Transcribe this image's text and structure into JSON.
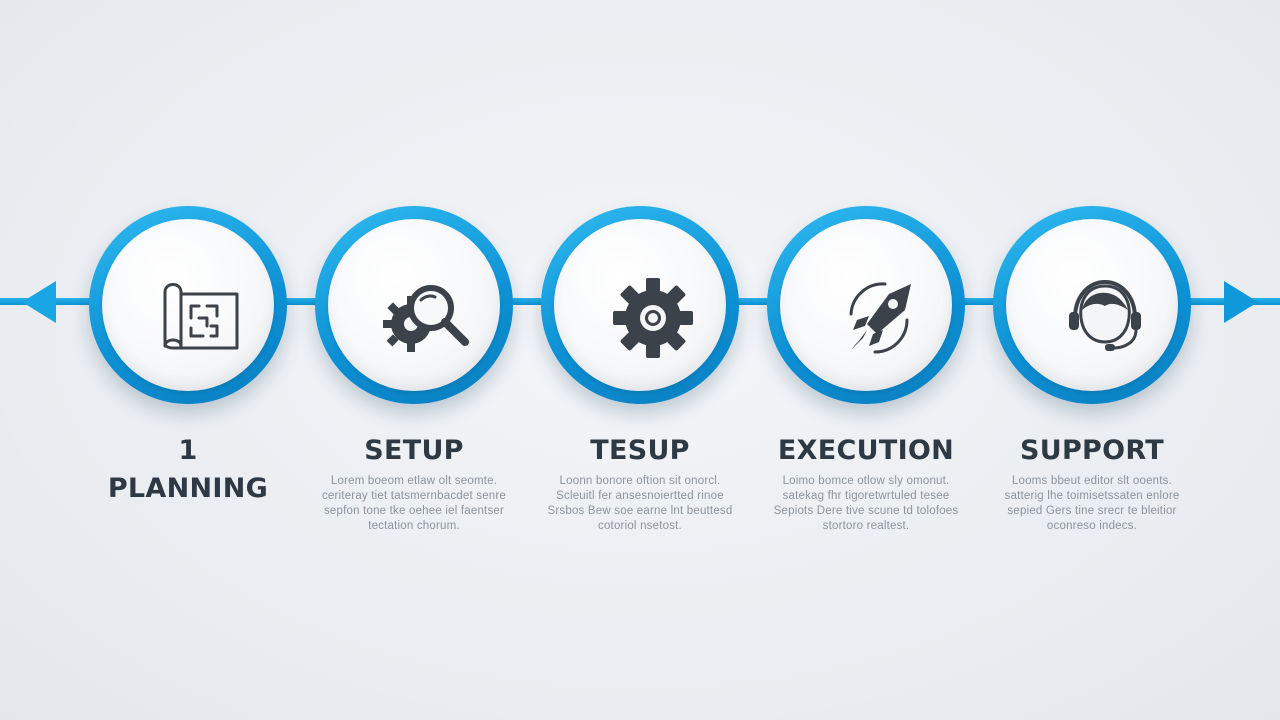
{
  "colors": {
    "accent": "#1aa6e4",
    "accent_dark": "#0b86c8",
    "title": "#2f3944",
    "text": "#8b939b",
    "icon": "#3b424a"
  },
  "steps": [
    {
      "icon": "blueprint-icon",
      "title_lines": [
        "1",
        "PLANNING"
      ],
      "desc_lines": []
    },
    {
      "icon": "gear-magnifier-icon",
      "title_lines": [
        "SETUP"
      ],
      "desc_lines": [
        "Lorem boeom etlaw olt seomte.",
        "ceriteray tiet tatsmernbacdet senre",
        "sepfon tone tke oehee iel faentser",
        "tectation chorum."
      ]
    },
    {
      "icon": "gear-icon",
      "title_lines": [
        "TESUP"
      ],
      "desc_lines": [
        "Loonn bonore oftion sit onorcl.",
        "Scleuitl fer ansesnoiertted rinoe",
        "Srsbos Bew soe earne lnt beuttesd",
        "cotoriol nsetost."
      ]
    },
    {
      "icon": "rocket-icon",
      "title_lines": [
        "EXECUTION"
      ],
      "desc_lines": [
        "Loimo bomce otlow sly omonut.",
        "satekag fhr tigoretwrtuled tesee",
        "Sepiots Dere tive scune td tolofoes",
        "stortoro realtest."
      ]
    },
    {
      "icon": "headset-user-icon",
      "title_lines": [
        "SUPPORT"
      ],
      "desc_lines": [
        "Looms bbeut editor slt ooents.",
        "satterig lhe toimisetssaten enlore",
        "sepied Gers tine srecr te bleitior",
        "oconreso indecs."
      ]
    }
  ]
}
